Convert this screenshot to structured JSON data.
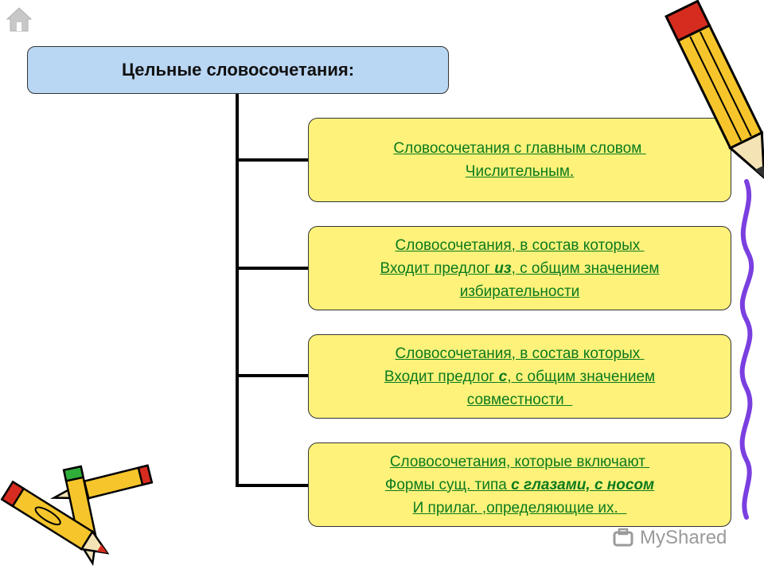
{
  "title": "Цельные словосочетания:",
  "boxes": [
    {
      "lines": [
        "Словосочетания с главным словом ",
        "Числительным."
      ]
    },
    {
      "lines": [
        "Словосочетания, в состав которых ",
        "избирательности"
      ],
      "pre": "Входит предлог ",
      "emph": "из",
      "post": ", с общим значением"
    },
    {
      "lines": [
        "Словосочетания, в состав которых ",
        "совместности  "
      ],
      "pre": "Входит предлог ",
      "emph": "с",
      "post": ", с общим значением"
    },
    {
      "lines": [
        "Словосочетания, которые включают ",
        "И прилаг. ,определяющие их.  "
      ],
      "pre": "Формы сущ. типа ",
      "emph": "с глазами, с носом"
    }
  ],
  "watermark": "MyShared",
  "icons": [
    "home-icon",
    "pencil-icon",
    "pencils-icon",
    "myshared-logo-icon"
  ],
  "colors": {
    "title_bg": "#b9d6f3",
    "box_bg": "#fef27a",
    "link_text": "#0b7a1e"
  }
}
